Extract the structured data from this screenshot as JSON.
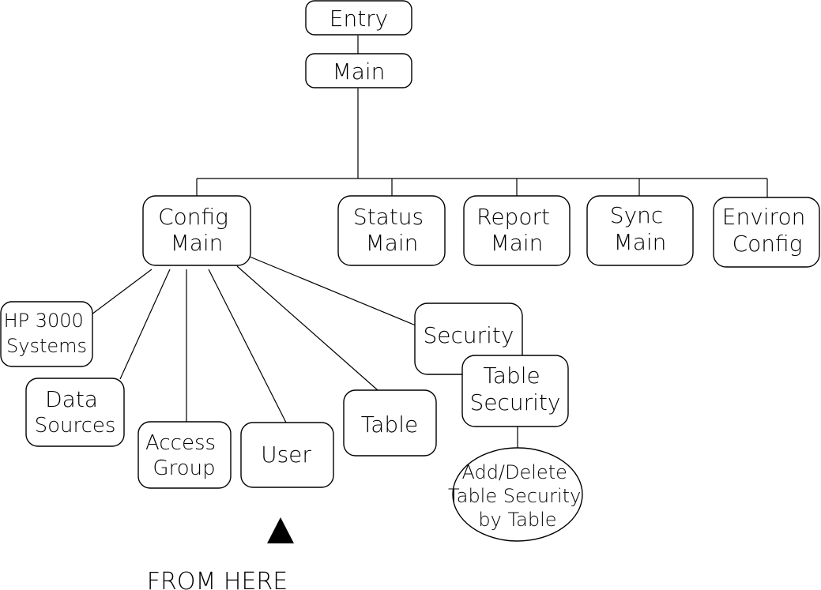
{
  "diagram": {
    "nodes": {
      "entry": [
        "Entry"
      ],
      "main": [
        "Main"
      ],
      "config_main": [
        "Config",
        "Main"
      ],
      "status_main": [
        "Status",
        "Main"
      ],
      "report_main": [
        "Report",
        "Main"
      ],
      "sync_main": [
        "Sync",
        "Main"
      ],
      "environ_config": [
        "Environ",
        "Config"
      ],
      "hp3000_systems": [
        "HP 3000",
        "Systems"
      ],
      "data_sources": [
        "Data",
        "Sources"
      ],
      "access_group": [
        "Access",
        "Group"
      ],
      "user": [
        "User"
      ],
      "table": [
        "Table"
      ],
      "security": [
        "Security"
      ],
      "table_security": [
        "Table",
        "Security"
      ],
      "add_delete_table_security": [
        "Add/Delete",
        "Table Security",
        "by Table"
      ]
    },
    "pointer_caption": "FROM HERE"
  },
  "colors": {
    "line": "#000000",
    "background": "#ffffff"
  }
}
